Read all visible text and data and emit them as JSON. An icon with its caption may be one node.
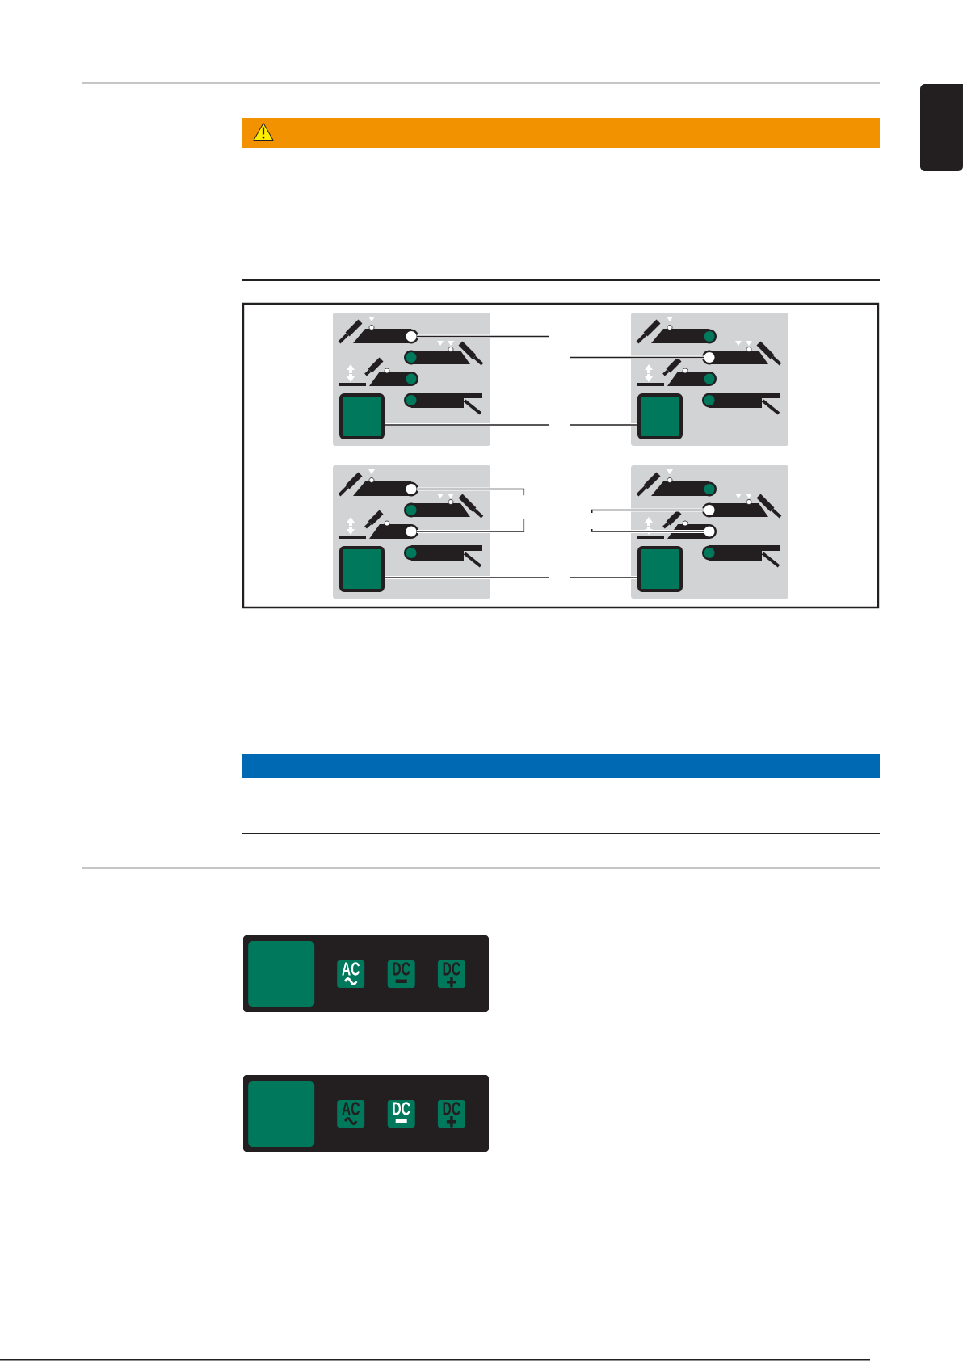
{
  "diagram": {
    "nodes": [
      {
        "text": [],
        "shape": "box"
      },
      {
        "text": [],
        "shape": "box"
      },
      {
        "text": [],
        "shape": "circle",
        "in": 1
      },
      {
        "text": [],
        "shape": "box",
        "in": 1
      },
      {
        "text": [],
        "shape": "box"
      },
      {
        "text": [],
        "shape": "circle",
        "in": 4
      },
      {
        "text": [],
        "shape": "box",
        "in": 4
      },
      {
        "text": [],
        "shape": "box"
      },
      {
        "text": [],
        "shape": "circle",
        "in": 7
      },
      {
        "text": [],
        "shape": "circle",
        "in": 7
      },
      {
        "text": [],
        "shape": "box",
        "in": 7
      },
      {
        "text": [],
        "shape": "box"
      },
      {
        "text": [],
        "shape": "circle",
        "in": 11
      },
      {
        "text": [],
        "shape": "circle",
        "in": 11
      },
      {
        "text": [],
        "shape": "box",
        "in": 11
      },
      {
        "text": [],
        "shape": "box"
      },
      {
        "text": [],
        "shape": "box"
      },
      {
        "text": [],
        "shape": "box",
        "in": 16
      },
      {
        "text": [
          "AC"
        ],
        "in": 16
      },
      {
        "text": [
          "DC"
        ],
        "in": 16
      },
      {
        "text": [
          "DC"
        ],
        "in": 16
      },
      {
        "text": [],
        "shape": "box"
      },
      {
        "text": [],
        "shape": "box",
        "in": 21
      },
      {
        "text": [
          "AC"
        ],
        "in": 21
      },
      {
        "text": [
          "DC"
        ],
        "in": 21
      },
      {
        "text": [
          "DC"
        ],
        "in": 21
      }
    ],
    "edges": [
      {
        "from": null,
        "to": 2,
        "arrow": "none"
      },
      {
        "from": null,
        "to": 3,
        "arrow": "none"
      },
      {
        "from": null,
        "to": 5,
        "arrow": "none"
      },
      {
        "from": null,
        "to": 6,
        "arrow": "none"
      },
      {
        "from": null,
        "to": 8,
        "arrow": "none"
      },
      {
        "from": null,
        "to": 9,
        "arrow": "none"
      },
      {
        "from": null,
        "to": 10,
        "arrow": "none"
      },
      {
        "from": null,
        "to": 12,
        "arrow": "none"
      },
      {
        "from": null,
        "to": 13,
        "arrow": "none"
      },
      {
        "from": null,
        "to": 14,
        "arrow": "none"
      }
    ]
  }
}
